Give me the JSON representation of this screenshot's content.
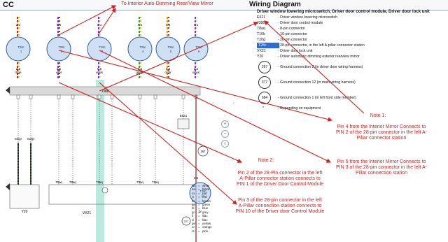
{
  "header": {
    "title_left": "CC",
    "title_right": "Wiring Diagram"
  },
  "legend": {
    "title": "Driver window lowering microswitch, Driver door control module, Driver door lock unit",
    "items": [
      {
        "code": "E621",
        "desc": "Driver window lowering microswitch",
        "icon": "camera-icon"
      },
      {
        "code": "J386",
        "desc": "Driver door control module",
        "icon": "camera-icon"
      },
      {
        "code": "T8aq",
        "desc": "8-pin connector"
      },
      {
        "code": "T16k",
        "desc": "16-pin connector"
      },
      {
        "code": "T20g",
        "desc": "20-pin connector"
      },
      {
        "code": "T28c",
        "desc": "28-pin connector, in the left A-pillar connector station",
        "highlighted": true
      },
      {
        "code": "VX21",
        "desc": "Driver door lock unit",
        "icon": "camera-icon"
      },
      {
        "code": "Y20",
        "desc": "Driver automatic dimming exterior rearview mirror"
      }
    ],
    "grounds": [
      {
        "num": "267",
        "desc": "Ground connection 2 (in driver door wiring harness)"
      },
      {
        "num": "377",
        "desc": "Ground connection 12 (in main wiring harness)"
      },
      {
        "num": "684",
        "desc": "Ground connection 1 (in left front side member)"
      }
    ],
    "note_star": {
      "code": "*",
      "desc": "Depending on equipment"
    }
  },
  "annotations": {
    "top": "To Interior Auto-Dimming Rear/View Mirror",
    "note1_title": "Note 1:",
    "note1_a": "Pin 4 from the Interior Mirror Connects to PIN 2 of the 28-pin connector in the left A-Pillar connector station",
    "note1_b": "Pin 5 from the Interior Mirror Connects to PIN 3 of the 28-pin connector in the left A-Pillar connection station",
    "note2_title": "Note 2:",
    "note2_a": "Pin 2 of the 28-Pin connector in the left A-Pillar connector station connects to PIN 1 of the Driver Door Control Module",
    "note2_b": "Pin 3 of the 28-pin connector in the left A-Pillar connection station connects to PIN 10 of the Driver door Control Module"
  },
  "diagram": {
    "top_connectors": [
      {
        "gauge": "2.5",
        "color": "rt/ge",
        "conn": "T28c",
        "pin": "1",
        "stripe": [
          "#d62020",
          "#f2c200"
        ]
      },
      {
        "gauge": "0.5",
        "color": "vi/br",
        "conn": "T28c",
        "pin": "2",
        "stripe": [
          "#8a2be2",
          "#8b4513"
        ]
      },
      {
        "gauge": "0.5",
        "color": "vi/ws",
        "conn": "T28c",
        "pin": "3",
        "stripe": [
          "#8a2be2",
          "#dddddd"
        ]
      },
      {
        "gauge": "0.5",
        "color": "gn/ge",
        "conn": "T28c",
        "pin": "4",
        "stripe": [
          "#2e9e3e",
          "#f2c200"
        ]
      },
      {
        "gauge": "0.5",
        "color": "or/br",
        "conn": "T28c",
        "pin": "5",
        "stripe": [
          "#ff8c00",
          "#8b4513"
        ]
      },
      {
        "gauge": "0.5",
        "color": "vi/ws",
        "conn": "T28c",
        "pin": "6",
        "stripe": [
          "#8a2be2",
          "#dddddd"
        ]
      }
    ],
    "module": "J386",
    "switch": "E621",
    "ground_267": "267",
    "ground_377": "377",
    "lower_left_wires": [
      "sw/gr",
      "sw/gn"
    ],
    "lower_labels": [
      "T8aq",
      "T8aq",
      "T8aq",
      "T8aq",
      "T8aq"
    ],
    "bottom_components": {
      "left": "Y20",
      "middle": "VX21"
    },
    "bottom_connector": {
      "conn": "T28c",
      "pin": "24",
      "gauge": "2.5",
      "color": "br"
    },
    "wire_codes": [
      [
        "ws",
        "white"
      ],
      [
        "sw",
        "black"
      ],
      [
        "ro",
        "red"
      ],
      [
        "rt",
        "red"
      ],
      [
        "br",
        "brown"
      ],
      [
        "gn",
        "green"
      ],
      [
        "bl",
        "blue"
      ],
      [
        "gr",
        "grey"
      ],
      [
        "li",
        "lilac"
      ],
      [
        "vi",
        "lilac"
      ],
      [
        "ge",
        "yellow"
      ],
      [
        "or",
        "orange"
      ],
      [
        "rs",
        "pink"
      ]
    ]
  },
  "colors": {
    "accent_red": "#d11f1f",
    "conn_fill": "#cfe0f5",
    "conn_stroke": "#2f5d99",
    "highlight_column": "#aee6d9",
    "highlight_legend": "#2a6ed6"
  }
}
